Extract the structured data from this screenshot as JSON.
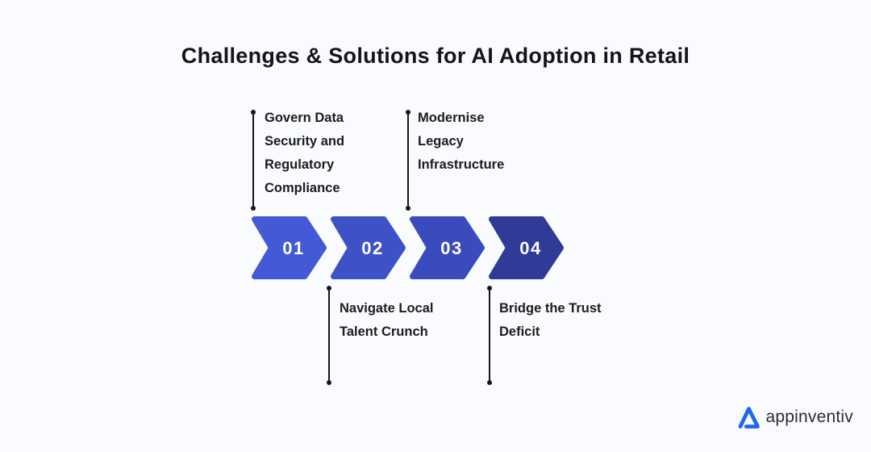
{
  "page": {
    "background_color": "#fafbff",
    "title": "Challenges & Solutions for AI Adoption in Retail"
  },
  "steps": [
    {
      "number": "01",
      "color": "#4459D6",
      "label": "Govern Data\nSecurity and\nRegulatory\nCompliance",
      "label_position": "top"
    },
    {
      "number": "02",
      "color": "#3E52C8",
      "label": "Navigate Local\nTalent Crunch",
      "label_position": "bottom"
    },
    {
      "number": "03",
      "color": "#3A4CBD",
      "label": "Modernise\nLegacy\nInfrastructure",
      "label_position": "top"
    },
    {
      "number": "04",
      "color": "#2F3B96",
      "label": "Bridge the Trust\nDeficit",
      "label_position": "bottom"
    }
  ],
  "branding": {
    "logo_text": "appinventiv",
    "logo_mark_color": "#2166F0",
    "logo_text_color": "#2b2b33"
  }
}
